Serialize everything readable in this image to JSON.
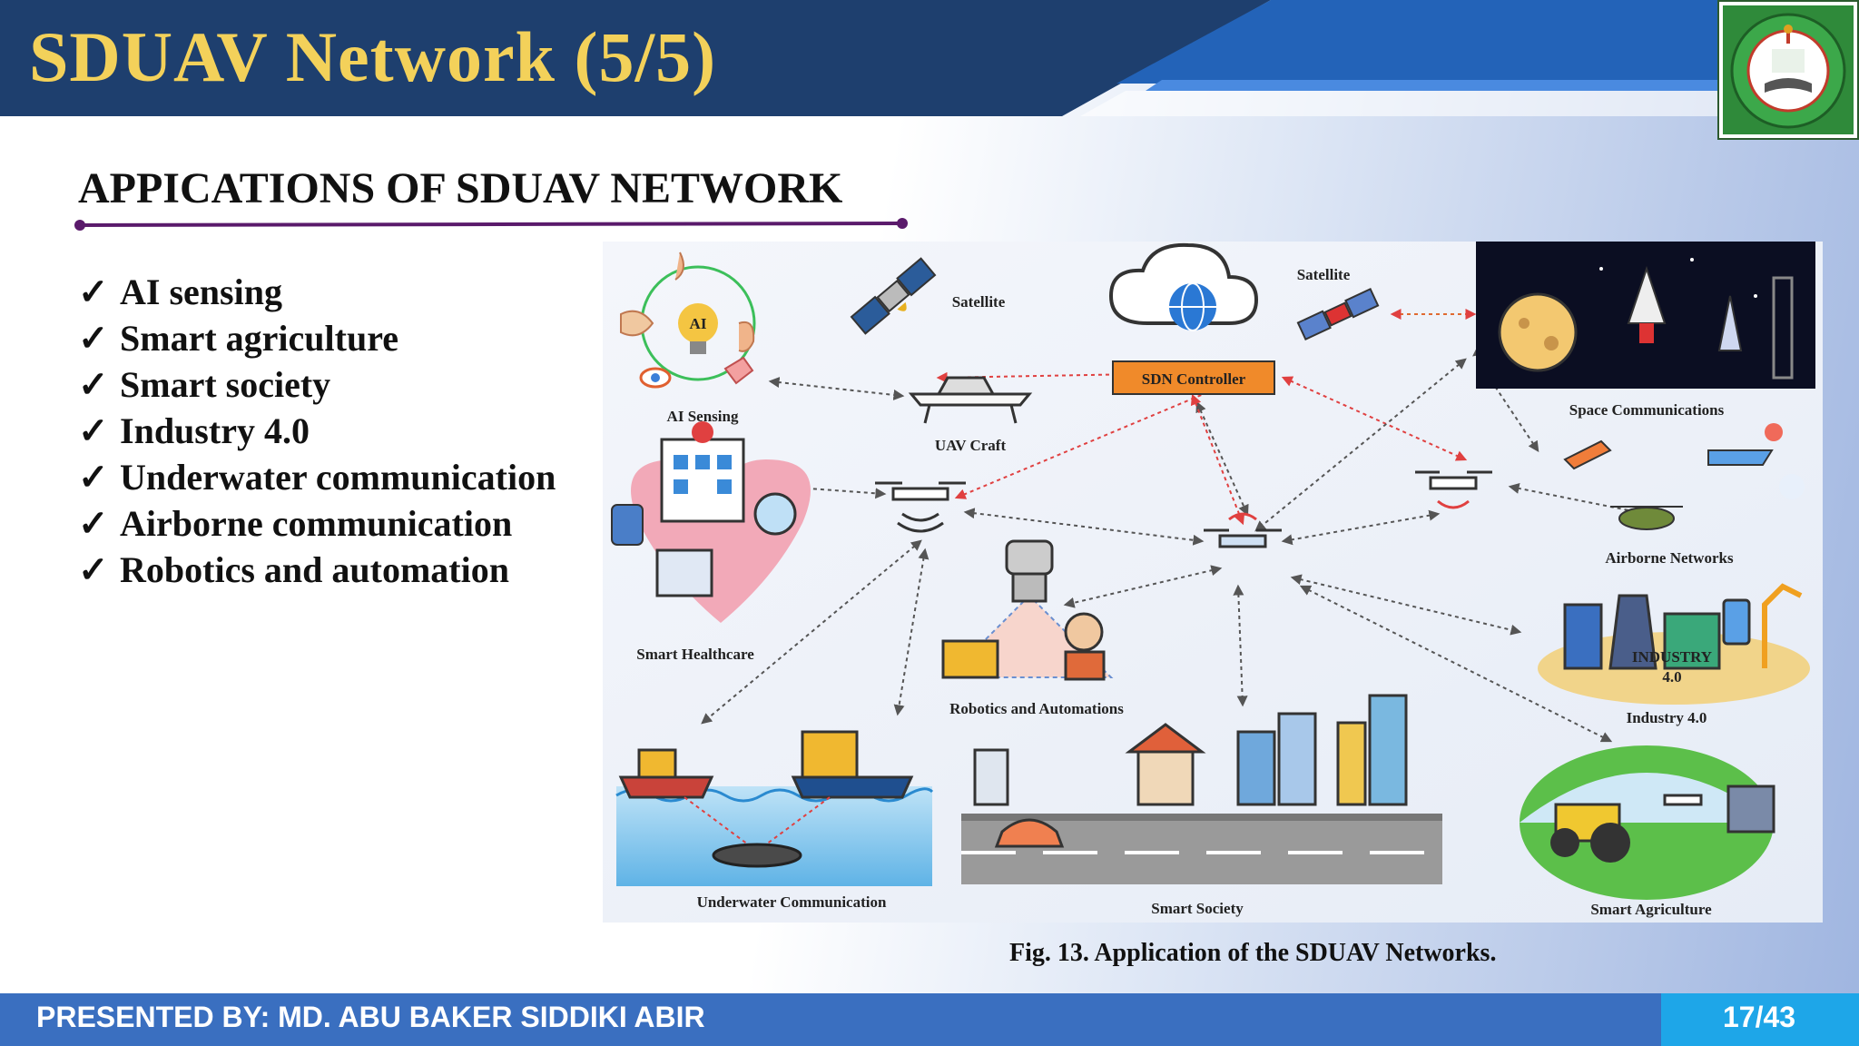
{
  "slide": {
    "title": "SDUAV Network (5/5)",
    "section_heading": "APPICATIONS OF SDUAV NETWORK",
    "bullets": [
      {
        "mark": "✓",
        "text": "AI sensing"
      },
      {
        "mark": "✓",
        "text": "Smart agriculture"
      },
      {
        "mark": "✓",
        "text": "Smart society"
      },
      {
        "mark": "✓",
        "text": "Industry 4.0"
      },
      {
        "mark": "✓",
        "text": "Underwater communication"
      },
      {
        "mark": "✓",
        "text": "Airborne communication"
      },
      {
        "mark": "✓",
        "text": "Robotics and automation"
      }
    ],
    "caption": "Fig. 13. Application of the SDUAV Networks."
  },
  "figure": {
    "labels": {
      "ai_sensing": "AI Sensing",
      "satellite_left": "Satellite",
      "satellite_right": "Satellite",
      "sdn_controller": "SDN Controller",
      "uav_craft": "UAV Craft",
      "space_communications": "Space Communications",
      "airborne_networks": "Airborne Networks",
      "smart_healthcare": "Smart Healthcare",
      "robotics_automations": "Robotics and Automations",
      "industry": "Industry 4.0",
      "industry_badge_top": "INDUSTRY",
      "industry_badge_bottom": "4.0",
      "underwater_communication": "Underwater Communication",
      "smart_society": "Smart Society",
      "smart_agriculture": "Smart Agriculture",
      "ai_badge": "AI"
    },
    "colors": {
      "controller_fill": "#f08a2a",
      "solid_arrows": "#555555",
      "red_arrows": "#e04040"
    }
  },
  "footer": {
    "presenter": "PRESENTED BY: MD. ABU BAKER SIDDIKI ABIR",
    "page": "17/43"
  },
  "theme": {
    "title_color": "#f3d15a",
    "header_blue": "#1e3f6e",
    "footer_blue": "#3a6fc0",
    "accent_cyan": "#1ea6e8",
    "underline_purple": "#5a1a6b"
  }
}
